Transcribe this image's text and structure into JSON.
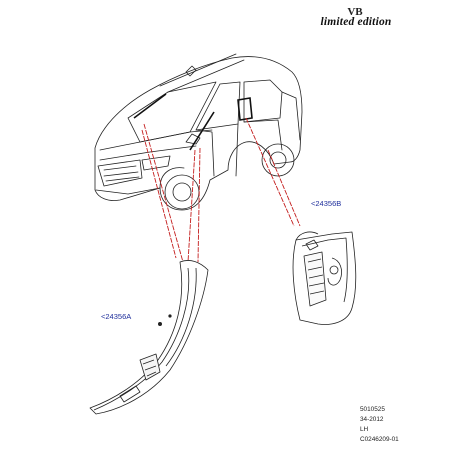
{
  "header": {
    "brand": "VB",
    "subtitle": "limited edition"
  },
  "callouts": {
    "part_a": "<24356A",
    "part_b": "<24356B"
  },
  "meta": {
    "code1": "5010525",
    "date": "34-2012",
    "side": "LH",
    "ref": "C0246209-01"
  },
  "colors": {
    "leader_lines": "#c41e1e",
    "callout_text": "#1f2f9c",
    "line_art": "#222222"
  }
}
